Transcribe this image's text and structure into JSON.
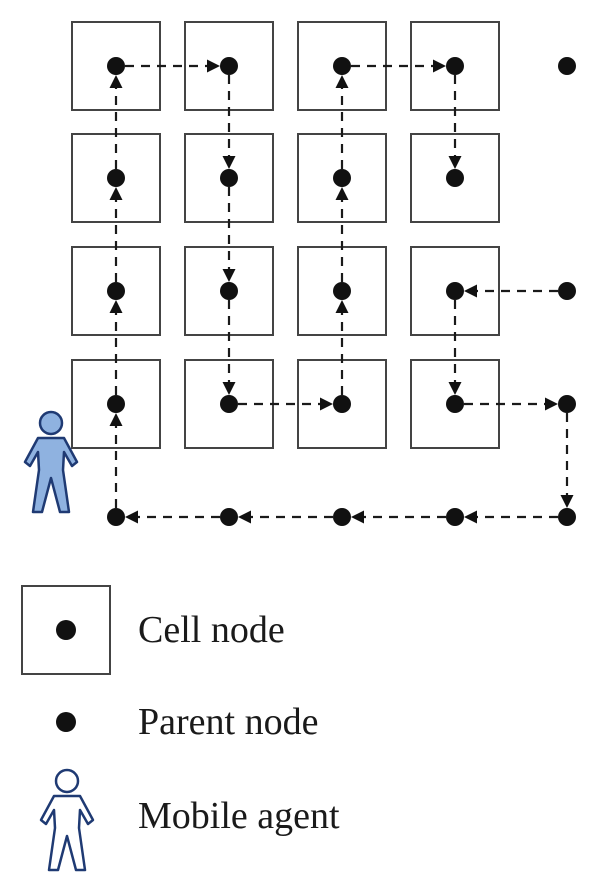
{
  "colors": {
    "stroke": "#1a1a1a",
    "cell_border": "#444444",
    "node_fill": "#111111",
    "agent_fill": "#8fb2e0",
    "agent_stroke": "#1f3a73",
    "background": "#ffffff"
  },
  "grid": {
    "rows": 4,
    "cols": 4
  },
  "legend": {
    "cell_node": "Cell node",
    "parent_node": "Parent node",
    "mobile_agent": "Mobile agent"
  }
}
